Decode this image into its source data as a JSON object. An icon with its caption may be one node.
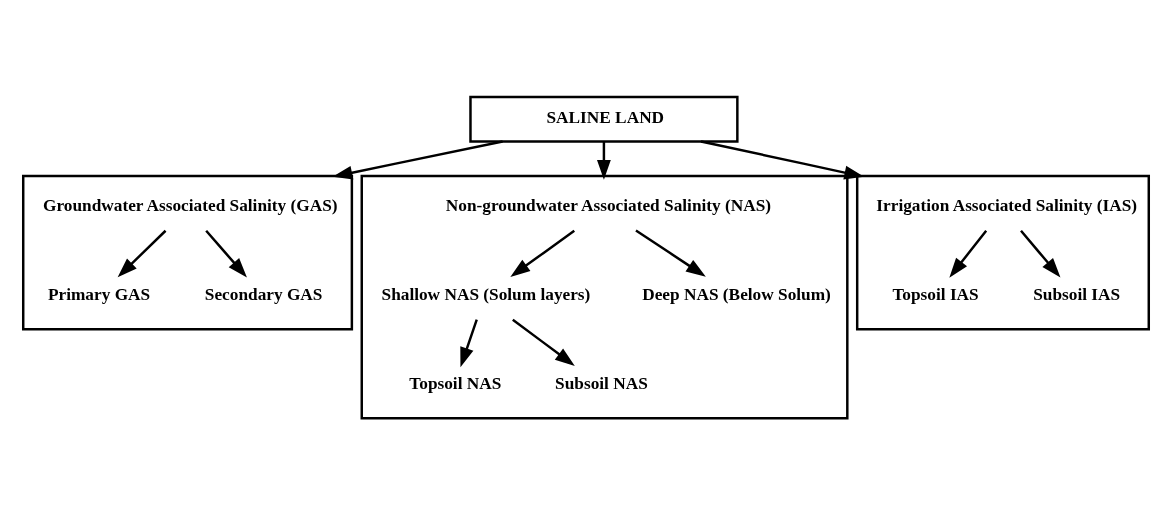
{
  "diagram": {
    "nodes": [
      {
        "text": [
          "SALINE LAND"
        ]
      },
      {
        "text": [],
        "shape": "box"
      },
      {
        "text": [
          "Groundwater Associated Salinity (GAS)"
        ],
        "in": 1
      },
      {
        "text": [
          "Primary GAS"
        ],
        "in": 1
      },
      {
        "text": [
          "Secondary GAS"
        ],
        "in": 1
      },
      {
        "text": [],
        "shape": "box"
      },
      {
        "text": [
          "Non-groundwater Associated Salinity (NAS)"
        ],
        "in": 5
      },
      {
        "text": [
          "Shallow NAS (Solum layers)"
        ],
        "in": 5
      },
      {
        "text": [
          "Deep NAS (Below Solum)"
        ],
        "in": 5
      },
      {
        "text": [
          "Topsoil NAS"
        ],
        "in": 5
      },
      {
        "text": [
          "Subsoil NAS"
        ],
        "in": 5
      },
      {
        "text": [],
        "shape": "box"
      },
      {
        "text": [
          "Irrigation Associated Salinity (IAS)"
        ],
        "in": 11
      },
      {
        "text": [
          "Topsoil IAS"
        ],
        "in": 11
      },
      {
        "text": [
          "Subsoil IAS"
        ],
        "in": 11
      }
    ],
    "edges": [
      {
        "from": 0,
        "to": 1,
        "arrow": "to"
      },
      {
        "from": 0,
        "to": 5,
        "arrow": "to"
      },
      {
        "from": 0,
        "to": 11,
        "arrow": "to"
      },
      {
        "from": 2,
        "to": 3,
        "arrow": "to"
      },
      {
        "from": 2,
        "to": 4,
        "arrow": "to"
      },
      {
        "from": 6,
        "to": 7,
        "arrow": "to"
      },
      {
        "from": 6,
        "to": 8,
        "arrow": "to"
      },
      {
        "from": 7,
        "to": 9,
        "arrow": "to"
      },
      {
        "from": 7,
        "to": 10,
        "arrow": "to"
      },
      {
        "from": 12,
        "to": 13,
        "arrow": "to"
      },
      {
        "from": 12,
        "to": 14,
        "arrow": "to"
      }
    ]
  }
}
